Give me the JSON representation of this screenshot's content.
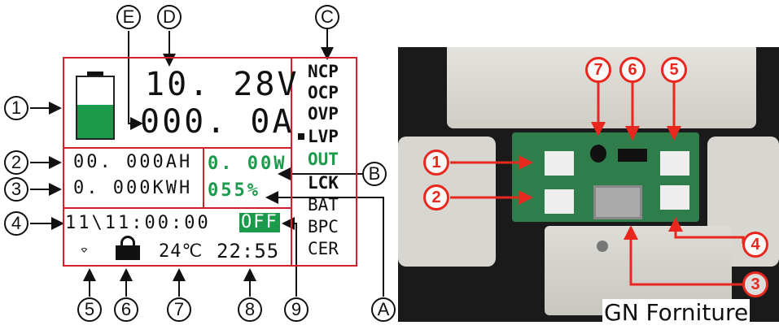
{
  "lcd": {
    "voltage": "10. 28V",
    "current": "000. 0A",
    "ah": "00. 000AH",
    "kwh": "0. 000KWH",
    "power": "0. 00W",
    "percent": "055%",
    "datetime": "11\\11:00:00",
    "output_state": "OFF",
    "temperature": "24℃",
    "time": "22:55",
    "battery_level_percent": 55,
    "status_items": [
      "NCP",
      "OCP",
      "OVP",
      "LVP",
      "OUT",
      "LCK",
      "BAT",
      "BPC",
      "CER"
    ],
    "selected_status": "LVP"
  },
  "callouts": {
    "left": [
      "1",
      "2",
      "3",
      "4"
    ],
    "bottom": [
      "5",
      "6",
      "7",
      "8",
      "9",
      "A"
    ],
    "top": [
      "E",
      "D",
      "C"
    ],
    "side": "B"
  },
  "photo_callouts": [
    "7",
    "6",
    "5",
    "1",
    "2",
    "4",
    "3"
  ],
  "caption": "GN Forniture",
  "colors": {
    "frame": "#d0202a",
    "green": "#1a9a4a",
    "photo_callout": "#e8271f"
  }
}
